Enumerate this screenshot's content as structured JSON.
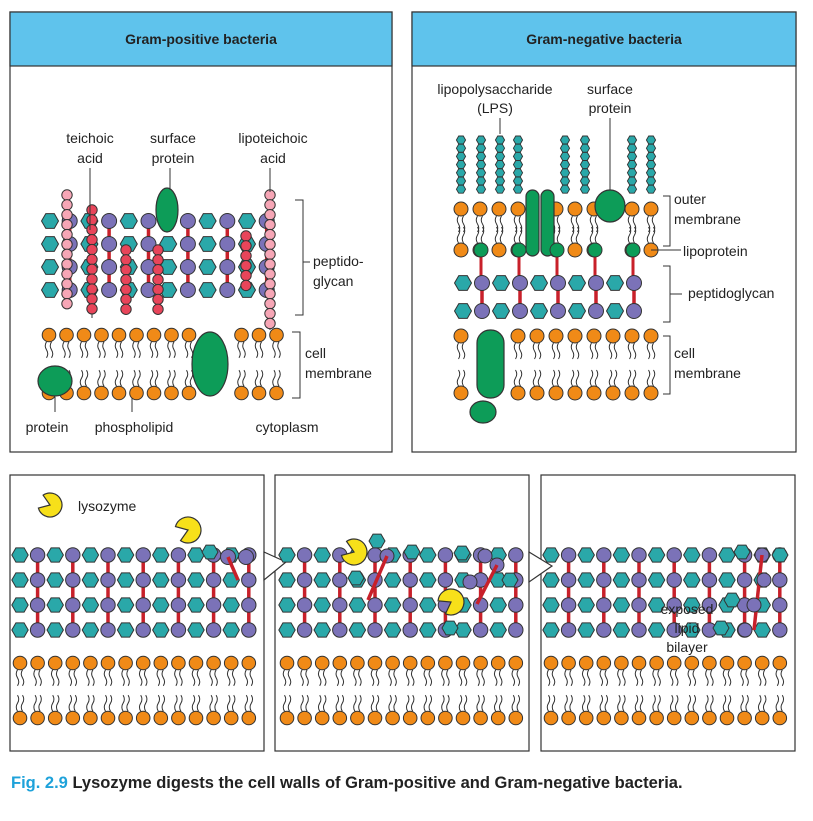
{
  "panels": {
    "gram_positive": {
      "title": "Gram-positive bacteria",
      "labels": {
        "teichoic_1": "teichoic",
        "teichoic_2": "acid",
        "surface_1": "surface",
        "surface_2": "protein",
        "lipoteichoic_1": "lipoteichoic",
        "lipoteichoic_2": "acid",
        "peptido_1": "peptido-",
        "peptido_2": "glycan",
        "membrane_1": "cell",
        "membrane_2": "membrane",
        "protein": "protein",
        "phospholipid": "phospholipid",
        "cytoplasm": "cytoplasm"
      }
    },
    "gram_negative": {
      "title": "Gram-negative bacteria",
      "labels": {
        "lps_1": "lipopolysaccharide",
        "lps_2": "(LPS)",
        "surface_1": "surface",
        "surface_2": "protein",
        "outer_1": "outer",
        "outer_2": "membrane",
        "lipoprotein": "lipoprotein",
        "peptidoglycan": "peptidoglycan",
        "membrane_1": "cell",
        "membrane_2": "membrane"
      }
    },
    "lysozyme": {
      "legend": "lysozyme",
      "exposed_1": "exposed",
      "exposed_2": "lipid",
      "exposed_3": "bilayer"
    }
  },
  "caption": {
    "number": "Fig. 2.9",
    "text": "Lysozyme digests the cell walls of Gram-positive and Gram-negative bacteria."
  },
  "colors": {
    "header": "#5fc3ec",
    "teal": "#2aa8a9",
    "purple": "#7b72b8",
    "red": "#c8202a",
    "orange": "#f08a17",
    "green": "#0d9c58",
    "pink": "#f6a6b6",
    "pinkdark": "#e8455a",
    "caption_num": "#1ea2da"
  }
}
